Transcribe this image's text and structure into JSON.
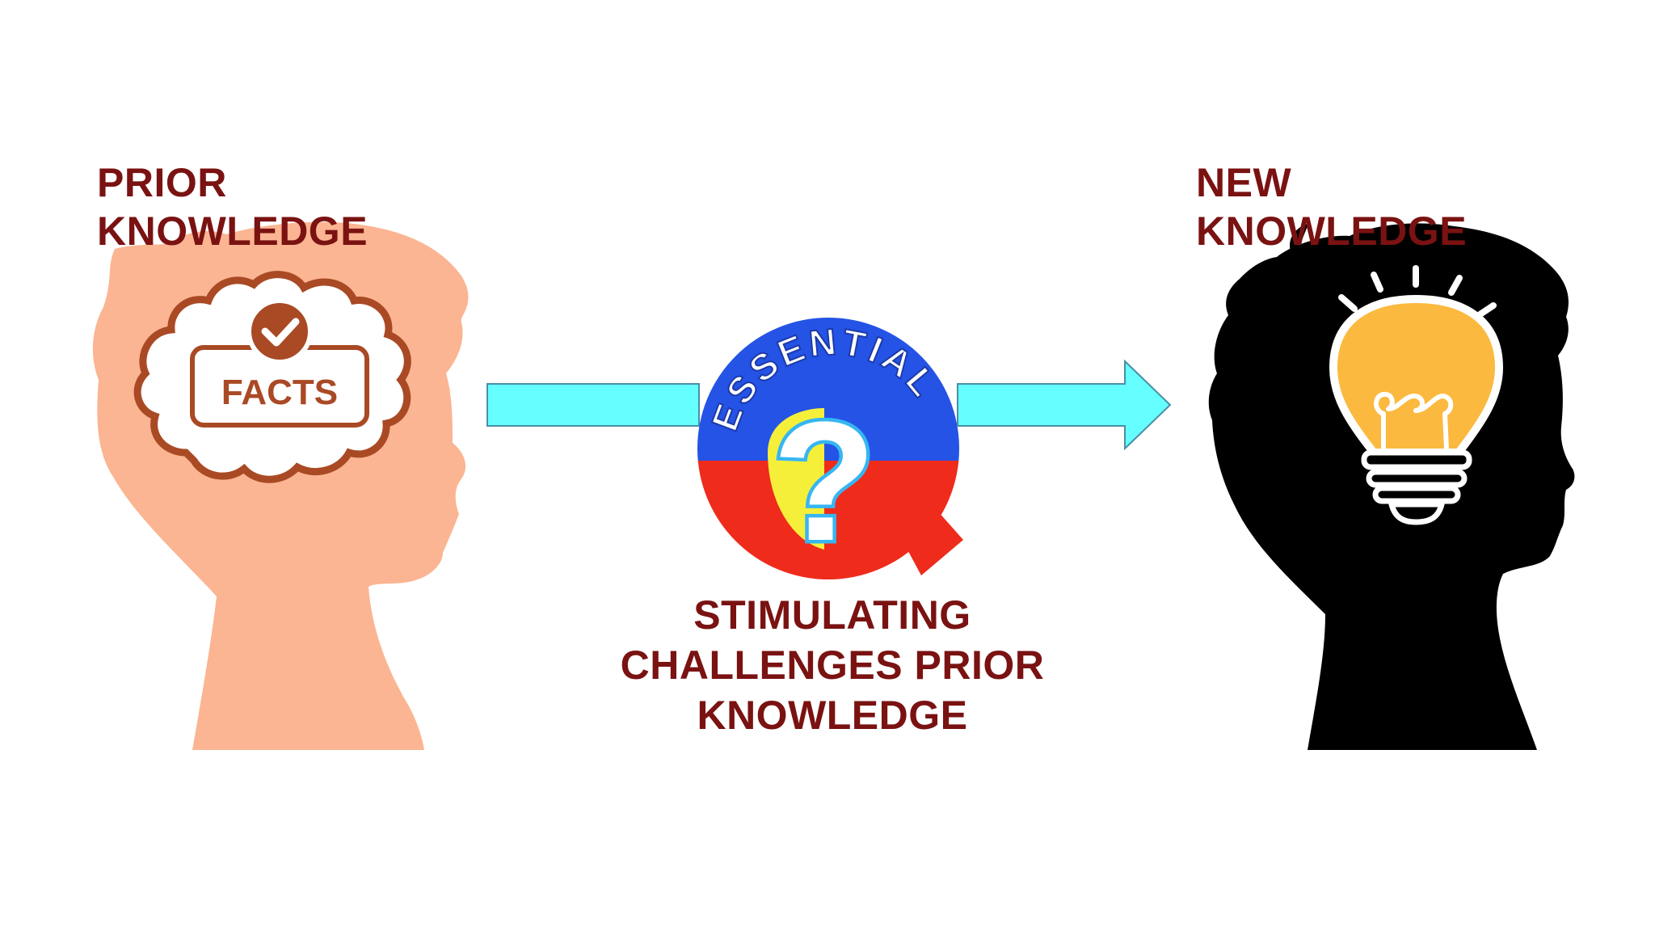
{
  "labels": {
    "prior_line1": "PRIOR",
    "prior_line2": "KNOWLEDGE",
    "new_line1": "NEW",
    "new_line2": "KNOWLEDGE",
    "caption_line1": "STIMULATING",
    "caption_line2": "CHALLENGES PRIOR",
    "caption_line3": "KNOWLEDGE"
  },
  "facts_badge": {
    "text": "FACTS"
  },
  "essential_logo": {
    "text": "ESSENTIAL",
    "symbol": "?"
  },
  "colors": {
    "label_text": "#7a1212",
    "prior_head": "#fbb592",
    "new_head": "#000000",
    "arrow_fill": "#66ffff",
    "arrow_stroke": "#4a8fa6",
    "facts_brown": "#a94a25",
    "bulb_yellow": "#fbb93f",
    "logo_blue": "#2453e6",
    "logo_red": "#ef2b1b",
    "logo_yellow": "#f6ef3a",
    "question_cyan": "#36b6f2"
  },
  "icons": {
    "prior_head": "child-head-silhouette-icon",
    "new_head": "child-head-silhouette-icon",
    "facts": "thought-cloud-facts-icon",
    "check": "checkmark-icon",
    "bulb": "lightbulb-icon",
    "logo": "essential-question-logo-icon"
  }
}
